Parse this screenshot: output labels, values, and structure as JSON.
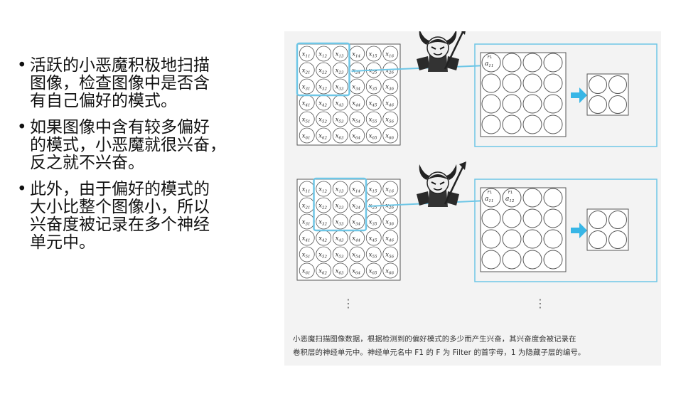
{
  "bullets": [
    "活跃的小恶魔积极地扫描图像，检查图像中是否含有自己偏好的模式。",
    "如果图像中含有较多偏好的模式，小恶魔就很兴奋，反之就不兴奋。",
    "此外，由于偏好的模式的大小比整个图像小，所以兴奋度被记录在多个神经单元中。"
  ],
  "bullet_lines": [
    [
      "活跃的小恶魔积极地扫描",
      "图像，检查图像中是否含",
      "有自己偏好的模式。"
    ],
    [
      "如果图像中含有较多偏好",
      "的模式，小恶魔就很兴奋，",
      "反之就不兴奋。"
    ],
    [
      "此外，由于偏好的模式的",
      "大小比整个图像小，所以",
      "兴奋度被记录在多个神经",
      "单元中。"
    ]
  ],
  "figure": {
    "grid_symbol": "x",
    "panels": [
      {
        "cells": [
          "11",
          "12",
          "13",
          "14",
          "15",
          "16",
          "21",
          "22",
          "23",
          "24",
          "25",
          "26",
          "31",
          "32",
          "33",
          "34",
          "35",
          "36",
          "41",
          "42",
          "43",
          "44",
          "45",
          "46",
          "51",
          "52",
          "53",
          "54",
          "55",
          "56",
          "61",
          "62",
          "63",
          "64",
          "65",
          "66"
        ],
        "filter_position": "top-left",
        "feature_labels": [
          {
            "symbol": "a",
            "sub": "11",
            "sup": "F1"
          }
        ]
      },
      {
        "cells": [
          "11",
          "12",
          "13",
          "14",
          "15",
          "16",
          "21",
          "22",
          "23",
          "24",
          "25",
          "26",
          "31",
          "32",
          "33",
          "34",
          "35",
          "36",
          "41",
          "42",
          "43",
          "44",
          "45",
          "46",
          "51",
          "52",
          "53",
          "54",
          "55",
          "56",
          "61",
          "62",
          "63",
          "64",
          "65",
          "66"
        ],
        "filter_position": "shifted-right",
        "feature_labels": [
          {
            "symbol": "a",
            "sub": "11",
            "sup": "F1"
          },
          {
            "symbol": "a",
            "sub": "12",
            "sup": "F1"
          }
        ]
      }
    ],
    "vertical_ellipsis": "⋮",
    "colors": {
      "highlight": "#6ec6e6",
      "arrow": "#38b6e6",
      "stroke": "#555555"
    },
    "icons": [
      "devil-icon",
      "right-arrow-icon"
    ],
    "caption_lines": [
      "小恶魔扫描图像数据，根据检测到的偏好模式的多少而产生兴奋，其兴奋度会被记录在",
      "卷积层的神经单元中。神经单元名中 F1 的 F 为 Filter 的首字母，1 为隐藏子层的编号。"
    ]
  }
}
